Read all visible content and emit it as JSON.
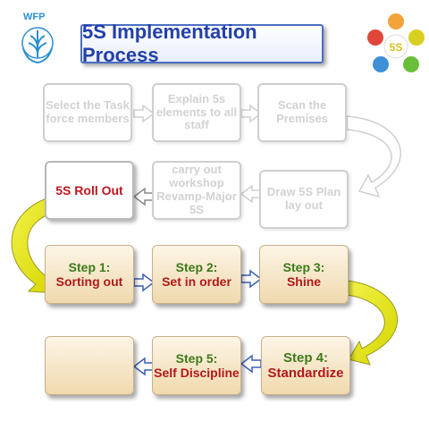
{
  "header": {
    "logo_text": "WFP",
    "title": "5S Implementation Process",
    "cluster_center": "5S"
  },
  "planning": [
    {
      "id": "select",
      "text": "Select the Task force members"
    },
    {
      "id": "explain",
      "text": "Explain 5s elements to all staff"
    },
    {
      "id": "scan",
      "text": "Scan the Premises"
    },
    {
      "id": "draw",
      "text": "Draw 5S Plan lay out"
    },
    {
      "id": "workshop",
      "text": "carry out workshop Revamp-Major 5S"
    },
    {
      "id": "rollout",
      "text": "5S Roll Out"
    }
  ],
  "steps": [
    {
      "label": "Step 1:",
      "name": "Sorting out"
    },
    {
      "label": "Step 2:",
      "name": "Set in order"
    },
    {
      "label": "Step 3:",
      "name": "Shine"
    },
    {
      "label": "Step 4:",
      "name": "Standardize"
    },
    {
      "label": "Step 5:",
      "name": "Self Discipline"
    }
  ],
  "colors": {
    "title_text": "#2340a8",
    "step_label": "#3d7a1a",
    "step_name": "#b31818",
    "rollout_text": "#c0171f",
    "curve_fill": "#e6e600",
    "box_fill_top": "#fdf5e6",
    "box_fill_bottom": "#f0d9ae"
  }
}
